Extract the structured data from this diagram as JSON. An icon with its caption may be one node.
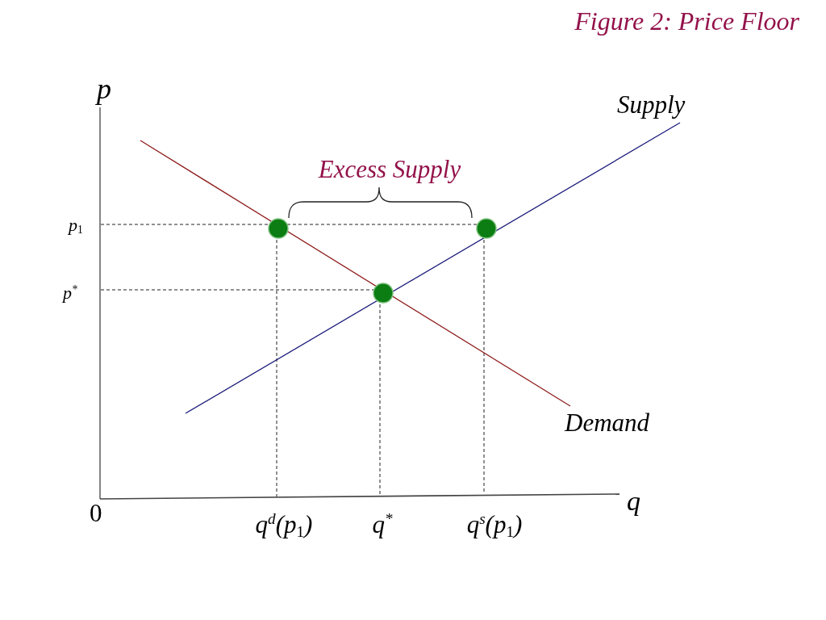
{
  "diagram": {
    "title": "Figure 2: Price Floor",
    "labels": [
      "p",
      "Supply",
      "Excess Supply",
      "p$_{1}$",
      "p$^{*}$",
      "Demand",
      "0",
      "q",
      "q$^{d}$(p$_{1}$)",
      "q$^{*}$",
      "q$^{s}$(p$_{1}$)"
    ]
  }
}
